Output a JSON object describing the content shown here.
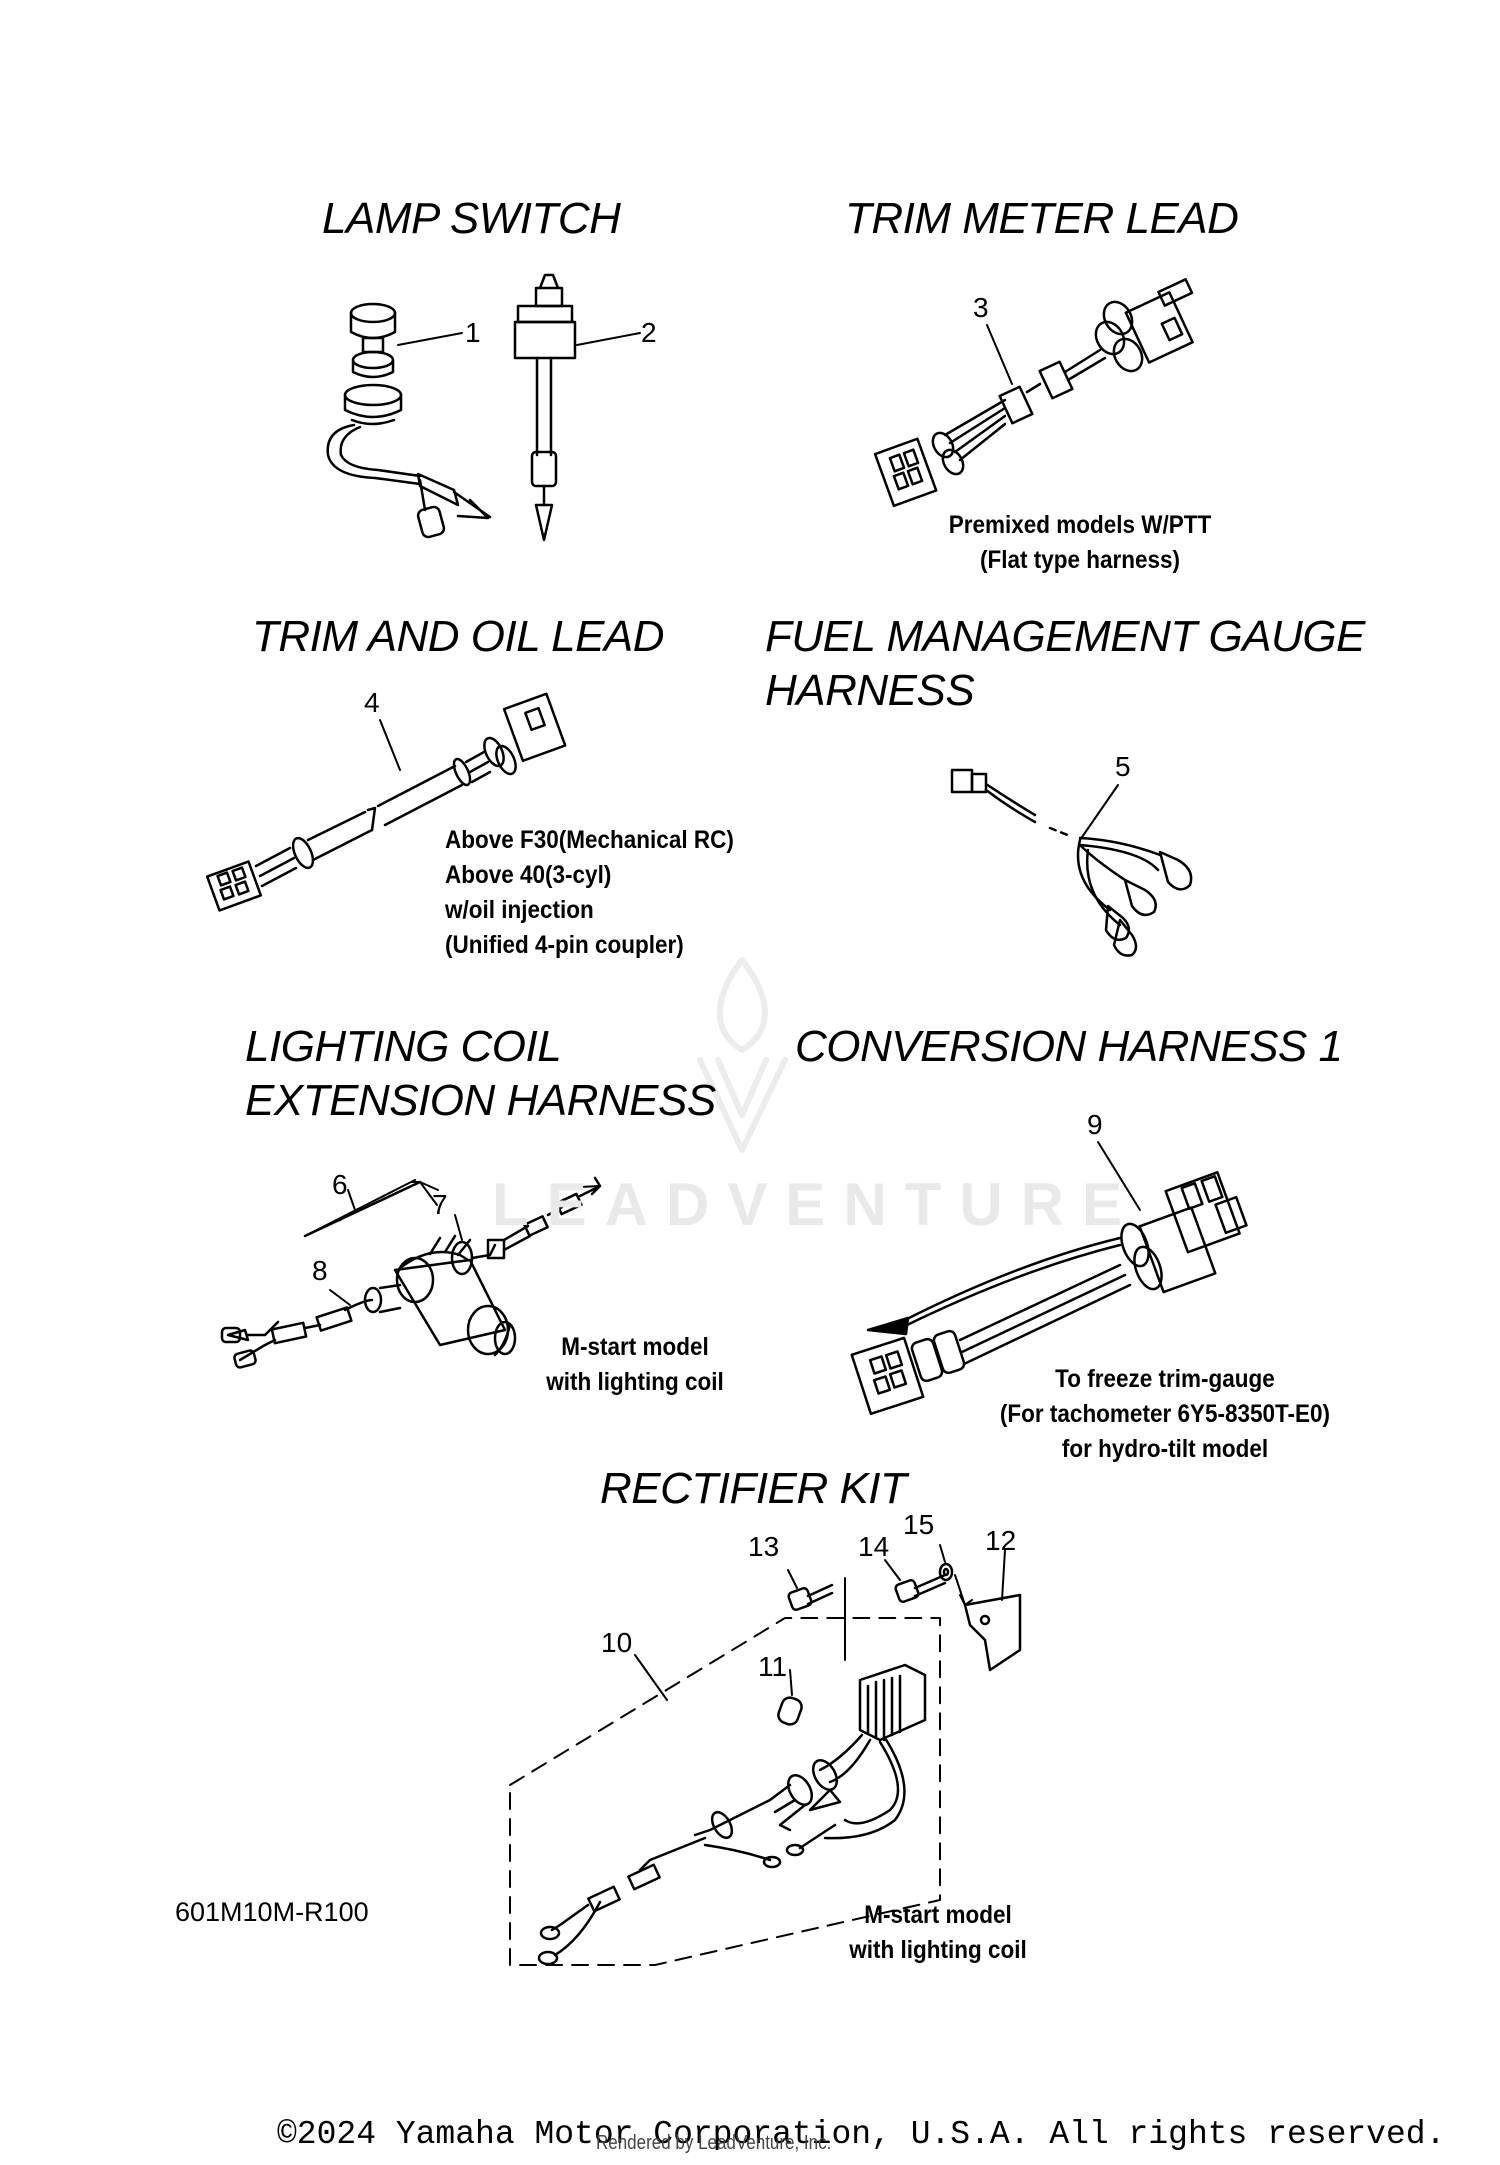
{
  "sections": {
    "lamp_switch": {
      "title": "LAMP SWITCH",
      "callouts": [
        "1",
        "2"
      ]
    },
    "trim_meter_lead": {
      "title": "TRIM METER LEAD",
      "callouts": [
        "3"
      ],
      "note": [
        "Premixed models W/PTT",
        "(Flat type harness)"
      ]
    },
    "trim_oil_lead": {
      "title": "TRIM AND OIL LEAD",
      "callouts": [
        "4"
      ],
      "note": [
        "Above F30(Mechanical RC)",
        "Above 40(3-cyl)",
        "w/oil injection",
        "(Unified 4-pin coupler)"
      ]
    },
    "fuel_gauge_harness": {
      "title": [
        "FUEL MANAGEMENT GAUGE",
        "HARNESS"
      ],
      "callouts": [
        "5"
      ]
    },
    "lighting_coil_ext": {
      "title": [
        "LIGHTING COIL",
        "EXTENSION HARNESS"
      ],
      "callouts": [
        "6",
        "7",
        "8"
      ],
      "note": [
        "M-start model",
        "with lighting coil"
      ]
    },
    "conversion_harness": {
      "title": "CONVERSION HARNESS 1",
      "callouts": [
        "9"
      ],
      "note": [
        "To freeze trim-gauge",
        "(For tachometer 6Y5-8350T-E0)",
        "for hydro-tilt model"
      ]
    },
    "rectifier_kit": {
      "title": "RECTIFIER KIT",
      "callouts": [
        "10",
        "11",
        "12",
        "13",
        "14",
        "15"
      ],
      "note": [
        "M-start model",
        "with lighting coil"
      ]
    }
  },
  "diagram_code": "601M10M-R100",
  "watermark": "LEADVENTURE",
  "footer": {
    "copyright": "©2024 Yamaha Motor Corporation, U.S.A. All rights reserved.",
    "rendered_by": "Rendered by LeadVenture, Inc."
  },
  "colors": {
    "ink": "#000000",
    "paper": "#ffffff",
    "watermark": "#e9e9e9"
  }
}
